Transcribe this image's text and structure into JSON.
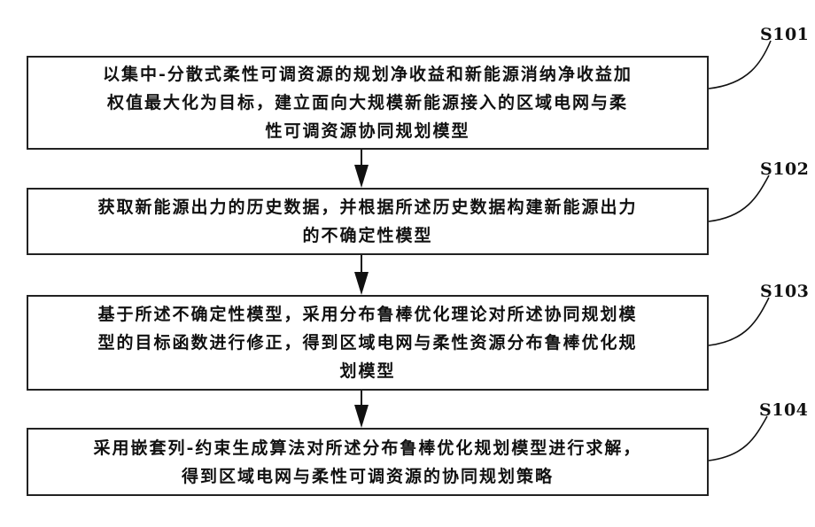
{
  "flowchart": {
    "steps": [
      {
        "label": "S101",
        "text": "以集中-分散式柔性可调资源的规划净收益和新能源消纳净收益加\n权值最大化为目标，建立面向大规模新能源接入的区域电网与柔\n性可调资源协同规划模型"
      },
      {
        "label": "S102",
        "text": "获取新能源出力的历史数据，并根据所述历史数据构建新能源出力\n的不确定性模型"
      },
      {
        "label": "S103",
        "text": "基于所述不确定性模型，采用分布鲁棒优化理论对所述协同规划模\n型的目标函数进行修正，得到区域电网与柔性资源分布鲁棒优化规\n划模型"
      },
      {
        "label": "S104",
        "text": "采用嵌套列-约束生成算法对所述分布鲁棒优化规划模型进行求解，\n得到区域电网与柔性可调资源的协同规划策略"
      }
    ]
  }
}
